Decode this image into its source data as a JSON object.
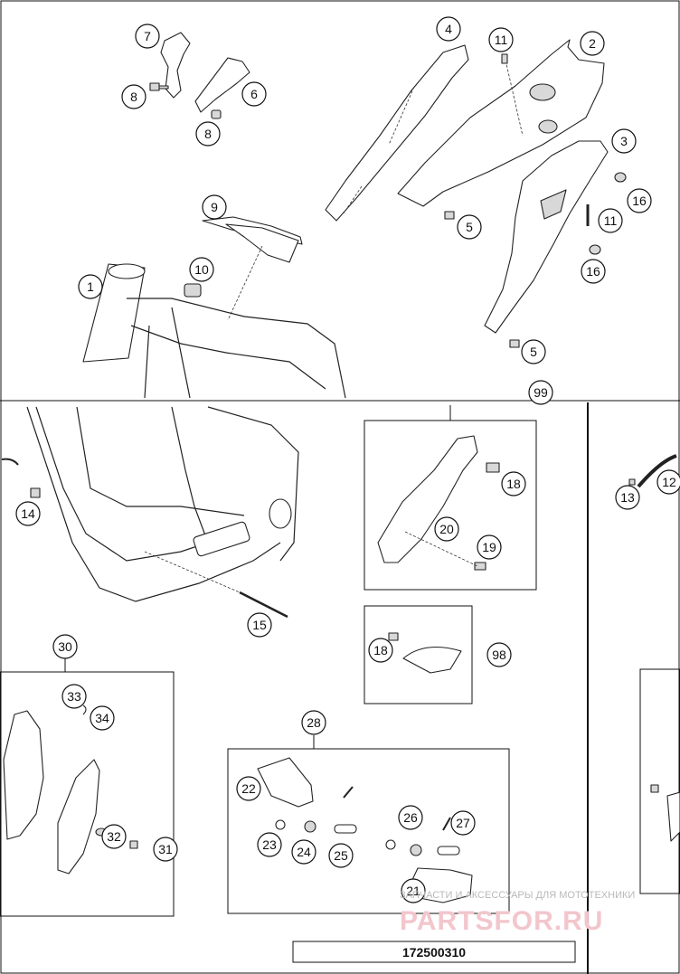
{
  "diagram": {
    "callouts": [
      {
        "id": "c1",
        "label": "1"
      },
      {
        "id": "c2",
        "label": "2"
      },
      {
        "id": "c3",
        "label": "3"
      },
      {
        "id": "c4",
        "label": "4"
      },
      {
        "id": "c5a",
        "label": "5"
      },
      {
        "id": "c5b",
        "label": "5"
      },
      {
        "id": "c6",
        "label": "6"
      },
      {
        "id": "c7",
        "label": "7"
      },
      {
        "id": "c8a",
        "label": "8"
      },
      {
        "id": "c8b",
        "label": "8"
      },
      {
        "id": "c9",
        "label": "9"
      },
      {
        "id": "c10",
        "label": "10"
      },
      {
        "id": "c11a",
        "label": "11"
      },
      {
        "id": "c11b",
        "label": "11"
      },
      {
        "id": "c12",
        "label": "12"
      },
      {
        "id": "c13",
        "label": "13"
      },
      {
        "id": "c14",
        "label": "14"
      },
      {
        "id": "c15",
        "label": "15"
      },
      {
        "id": "c16a",
        "label": "16"
      },
      {
        "id": "c16b",
        "label": "16"
      },
      {
        "id": "c18a",
        "label": "18"
      },
      {
        "id": "c18b",
        "label": "18"
      },
      {
        "id": "c19",
        "label": "19"
      },
      {
        "id": "c20",
        "label": "20"
      },
      {
        "id": "c21",
        "label": "21"
      },
      {
        "id": "c22",
        "label": "22"
      },
      {
        "id": "c23",
        "label": "23"
      },
      {
        "id": "c24",
        "label": "24"
      },
      {
        "id": "c25",
        "label": "25"
      },
      {
        "id": "c26",
        "label": "26"
      },
      {
        "id": "c27",
        "label": "27"
      },
      {
        "id": "c28",
        "label": "28"
      },
      {
        "id": "c30",
        "label": "30"
      },
      {
        "id": "c31",
        "label": "31"
      },
      {
        "id": "c32",
        "label": "32"
      },
      {
        "id": "c33",
        "label": "33"
      },
      {
        "id": "c34",
        "label": "34"
      },
      {
        "id": "c98",
        "label": "98"
      },
      {
        "id": "c99",
        "label": "99"
      }
    ],
    "code": "172500310",
    "watermark": {
      "line1": "ЗАПЧАСТИ И АКСЕССУАРЫ ДЛЯ МОТОТЕХНИКИ",
      "line2": "PARTSFOR.RU"
    }
  }
}
